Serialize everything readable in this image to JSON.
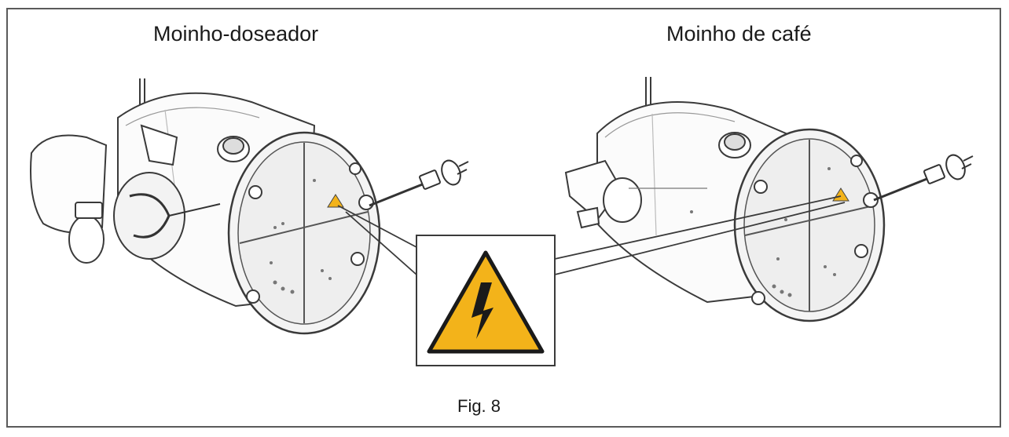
{
  "labels": {
    "left_title": "Moinho-doseador",
    "right_title": "Moinho de café",
    "figure_caption": "Fig. 8"
  },
  "icons": {
    "warning": "high-voltage-warning-icon"
  },
  "colors": {
    "warning_yellow": "#f3b31a",
    "line": "#3a3a3a",
    "frame": "#5a5a5a"
  }
}
